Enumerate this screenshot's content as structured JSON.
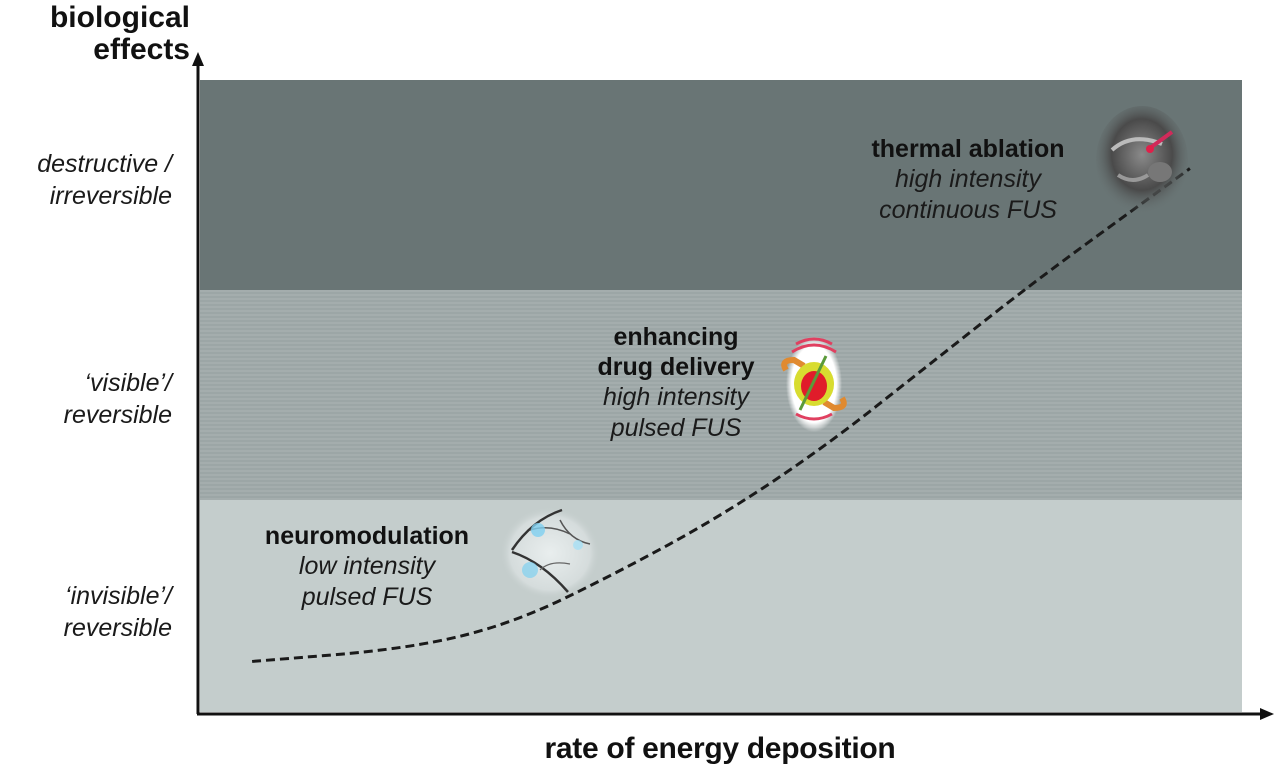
{
  "chart_data": {
    "type": "diagram",
    "title": "",
    "ylabel": "biological effects",
    "xlabel": "rate of energy deposition",
    "bands": [
      {
        "id": "top",
        "label_line1": "destructive /",
        "label_line2": "irreversible",
        "color": "#697575"
      },
      {
        "id": "mid",
        "label_line1": "‘visible’/",
        "label_line2": "reversible",
        "color": "#9fa9a9"
      },
      {
        "id": "bot",
        "label_line1": "‘invisible’/",
        "label_line2": "reversible",
        "color": "#c4cdcc"
      }
    ],
    "annotations": [
      {
        "id": "thermal",
        "title_lines": [
          "thermal ablation"
        ],
        "subtitle_lines": [
          "high intensity",
          "continuous FUS"
        ],
        "icon": "brain-mri-icon",
        "band": "top"
      },
      {
        "id": "drug",
        "title_lines": [
          "enhancing",
          "drug delivery"
        ],
        "subtitle_lines": [
          "high intensity",
          "pulsed FUS"
        ],
        "icon": "blood-vessel-icon",
        "band": "mid"
      },
      {
        "id": "neuro",
        "title_lines": [
          "neuromodulation"
        ],
        "subtitle_lines": [
          "low intensity",
          "pulsed FUS"
        ],
        "icon": "neuron-icon",
        "band": "bot"
      }
    ],
    "curve": {
      "style": "dashed",
      "description": "monotonically increasing, convex trend from low (invisible/reversible) to high (destructive/irreversible)",
      "x": [
        0.05,
        0.2,
        0.3,
        0.4,
        0.5,
        0.6,
        0.7,
        0.8,
        0.9,
        0.95
      ],
      "y": [
        0.08,
        0.1,
        0.14,
        0.22,
        0.31,
        0.42,
        0.55,
        0.68,
        0.8,
        0.86
      ]
    },
    "xlim": [
      0,
      1
    ],
    "ylim": [
      0,
      1
    ],
    "grid": false
  }
}
